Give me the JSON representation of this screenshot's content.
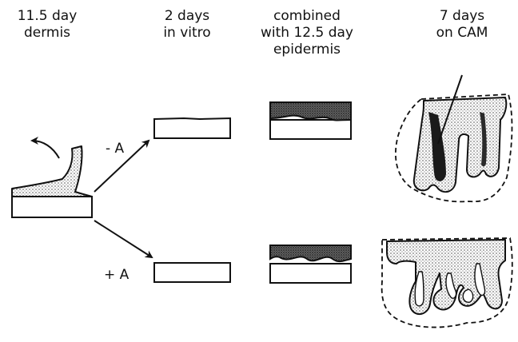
{
  "columns": [
    {
      "lines": [
        "11.5 day",
        "dermis"
      ]
    },
    {
      "lines": [
        "2 days",
        "in vitro"
      ]
    },
    {
      "lines": [
        "combined",
        "with 12.5 day",
        "epidermis"
      ]
    },
    {
      "lines": [
        "7 days",
        "on CAM"
      ]
    }
  ],
  "branches": {
    "minus": "- A",
    "plus": "+ A"
  },
  "colors": {
    "ink": "#111111",
    "stipple": "#c8c8c8",
    "stipple_dark": "#4a4a4a",
    "background": "#ffffff"
  }
}
